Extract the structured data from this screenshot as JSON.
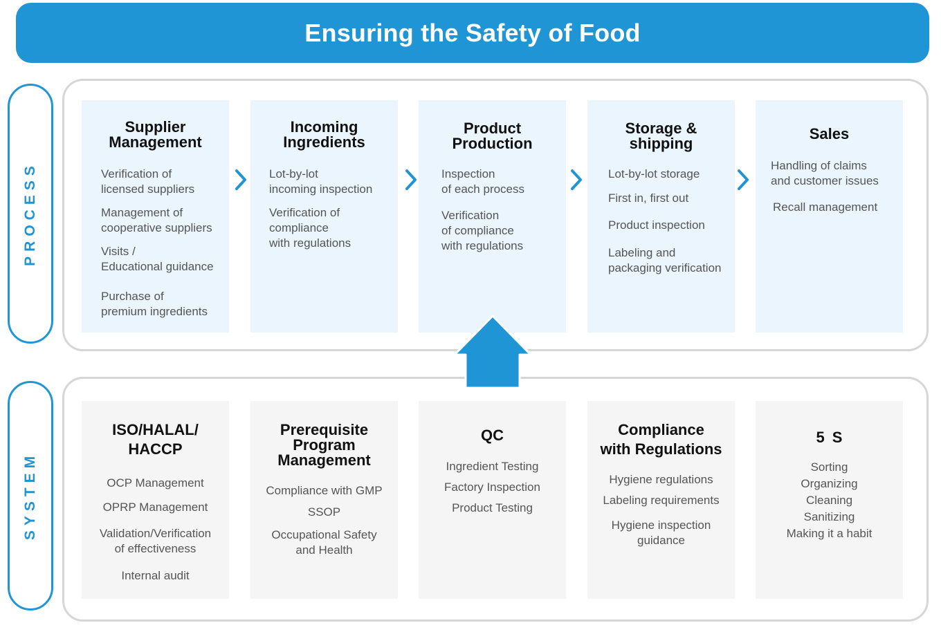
{
  "header": {
    "title": "Ensuring the Safety of Food"
  },
  "labels": {
    "process": "PROCESS",
    "system": "SYSTEM"
  },
  "colors": {
    "accent": "#1f95d6",
    "process_card": "#eaf5fd",
    "system_card": "#f5f5f5",
    "panel_border": "#d6d6d6"
  },
  "icons": {
    "flow_arrow": "chevron-right-icon",
    "support_arrow": "up-arrow-icon"
  },
  "process": [
    {
      "title": "Supplier\nManagement",
      "items": [
        "Verification of\nlicensed suppliers",
        "Management of\ncooperative suppliers",
        "Visits /\nEducational guidance",
        "Purchase of\npremium ingredients"
      ]
    },
    {
      "title": "Incoming\nIngredients",
      "items": [
        "Lot-by-lot\nincoming inspection",
        "Verification of\ncompliance\nwith regulations"
      ]
    },
    {
      "title": "Product\nProduction",
      "items": [
        "Inspection\nof each process",
        "Verification\nof compliance\nwith regulations"
      ]
    },
    {
      "title": "Storage &\nshipping",
      "items": [
        "Lot-by-lot storage",
        "First in, first out",
        "Product inspection",
        "Labeling and\npackaging verification"
      ]
    },
    {
      "title": "Sales",
      "items": [
        "Handling of claims\nand customer issues",
        "Recall management"
      ]
    }
  ],
  "system": [
    {
      "title": "ISO/HALAL/\nHACCP",
      "items": [
        "OCP Management",
        "OPRP Management",
        "Validation/Verification\nof effectiveness",
        "Internal audit"
      ]
    },
    {
      "title": "Prerequisite\nProgram\nManagement",
      "items": [
        "Compliance with GMP",
        "SSOP",
        "Occupational Safety\nand Health"
      ]
    },
    {
      "title": "QC",
      "items": [
        "Ingredient Testing",
        "Factory Inspection",
        "Product Testing"
      ]
    },
    {
      "title": "Compliance\nwith Regulations",
      "items": [
        "Hygiene regulations",
        "Labeling requirements",
        "Hygiene inspection\nguidance"
      ]
    },
    {
      "title": "5 S",
      "items": [
        "Sorting",
        "Organizing",
        "Cleaning",
        "Sanitizing",
        "Making it a habit"
      ]
    }
  ]
}
